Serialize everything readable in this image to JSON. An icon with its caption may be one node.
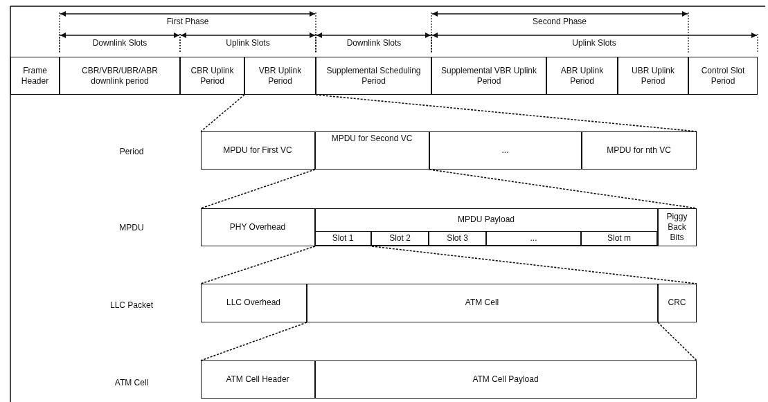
{
  "diagram": {
    "nodes": [
      {
        "text": [
          "Frame Header"
        ]
      },
      {
        "text": [
          "CBR/VBR/UBR/ABR downlink period"
        ]
      },
      {
        "text": [
          "CBR Uplink Period"
        ]
      },
      {
        "text": [
          "VBR Uplink Period"
        ]
      },
      {
        "text": [
          "Supplemental Scheduling Period"
        ]
      },
      {
        "text": [
          "Supplemental VBR Uplink Period"
        ]
      },
      {
        "text": [
          "ABR Uplink Period"
        ]
      },
      {
        "text": [
          "UBR Uplink Period"
        ]
      },
      {
        "text": [
          "Control Slot Period"
        ]
      },
      {
        "text": [],
        "shape": "box"
      },
      {
        "text": [
          "MPDU for First VC"
        ],
        "in": 9
      },
      {
        "text": [
          "MPDU for Second VC"
        ],
        "in": 9
      },
      {
        "text": [
          "..."
        ],
        "in": 9
      },
      {
        "text": [
          "MPDU for nth VC"
        ],
        "in": 9
      },
      {
        "text": [],
        "shape": "box"
      },
      {
        "text": [
          "PHY Overhead"
        ],
        "in": 14
      },
      {
        "text": [
          "MPDU Payload"
        ],
        "in": 14
      },
      {
        "text": [
          "Slot 1"
        ],
        "in": 16
      },
      {
        "text": [
          "Slot 2"
        ],
        "in": 16
      },
      {
        "text": [
          "Slot 3"
        ],
        "in": 16
      },
      {
        "text": [
          "..."
        ],
        "in": 16
      },
      {
        "text": [
          "Slot m"
        ],
        "in": 16
      },
      {
        "text": [
          "Piggy Back Bits"
        ],
        "in": 14
      },
      {
        "text": [],
        "shape": "box"
      },
      {
        "text": [
          "LLC Overhead"
        ],
        "in": 23
      },
      {
        "text": [
          "ATM Cell"
        ],
        "in": 23
      },
      {
        "text": [
          "CRC"
        ],
        "in": 23
      },
      {
        "text": [],
        "shape": "box"
      },
      {
        "text": [
          "ATM Cell Header"
        ],
        "in": 27
      },
      {
        "text": [
          "ATM Cell Payload"
        ],
        "in": 27
      }
    ],
    "edges": [
      {
        "from": 3,
        "to": 9,
        "arrow": "none",
        "style": "dashed"
      },
      {
        "from": 3,
        "to": 9,
        "arrow": "none",
        "style": "dashed"
      },
      {
        "from": 11,
        "to": 14,
        "arrow": "none",
        "style": "dashed"
      },
      {
        "from": 11,
        "to": 14,
        "arrow": "none",
        "style": "dashed"
      },
      {
        "from": 17,
        "to": 23,
        "arrow": "none",
        "style": "dashed"
      },
      {
        "from": 17,
        "to": 23,
        "arrow": "none",
        "style": "dashed"
      },
      {
        "from": 25,
        "to": 27,
        "arrow": "none",
        "style": "dashed"
      },
      {
        "from": 25,
        "to": 27,
        "arrow": "none",
        "style": "dashed"
      }
    ],
    "labels": [
      "First Phase",
      "Second Phase",
      "Downlink Slots",
      "Uplink Slots",
      "Downlink Slots",
      "Uplink Slots",
      "Period",
      "MPDU",
      "LLC Packet",
      "ATM Cell"
    ]
  }
}
